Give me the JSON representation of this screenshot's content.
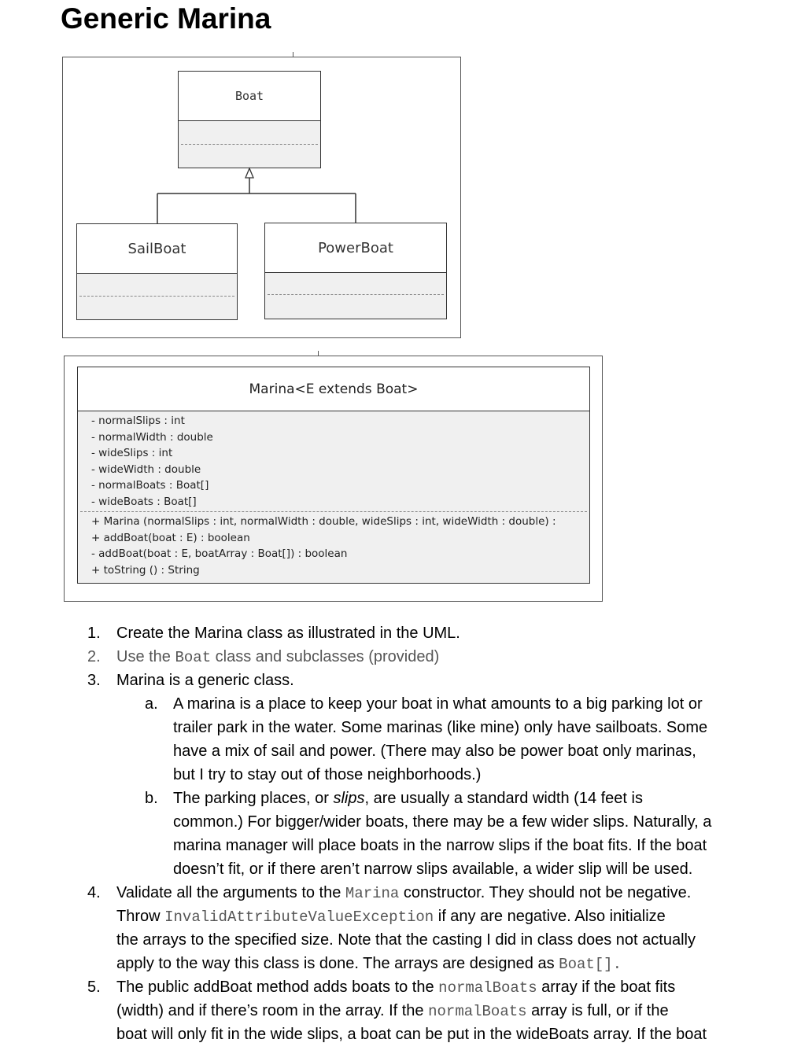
{
  "title": "Generic Marina",
  "uml1": {
    "boat": "Boat",
    "sailboat": "SailBoat",
    "powerboat": "PowerBoat"
  },
  "uml2": {
    "class_name": "Marina<E extends Boat>",
    "attributes": [
      "- normalSlips : int",
      "- normalWidth : double",
      "- wideSlips : int",
      "- wideWidth : double",
      "- normalBoats : Boat[]",
      "- wideBoats : Boat[]"
    ],
    "methods": [
      "+ Marina (normalSlips : int, normalWidth : double, wideSlips : int, wideWidth : double) :",
      "+ addBoat(boat : E) : boolean",
      "- addBoat(boat : E, boatArray : Boat[]) : boolean",
      "+ toString () : String"
    ]
  },
  "doc": {
    "n1": "1.",
    "t1": "Create the Marina class as illustrated in the UML.",
    "n2": "2.",
    "t2a": "Use the ",
    "t2code": "Boat",
    "t2b": " class and subclasses (provided)",
    "n3": "3.",
    "t3": "Marina is a generic class.",
    "na": "a.",
    "a1": "A marina is a place to keep your boat in what amounts to a big parking lot or",
    "a2": "trailer park in the water. Some marinas (like mine) only have sailboats. Some",
    "a3": "have a mix of sail and power. (There may also be power boat only marinas,",
    "a4": "but I try to stay out of those neighborhoods.)",
    "nb": "b.",
    "b1a": "The parking places, or ",
    "b1i": "slips",
    "b1b": ", are usually a standard width (14 feet is",
    "b2": "common.) For bigger/wider boats, there may be a few wider slips. Naturally, a",
    "b3": "marina manager will place boats in the narrow slips if the boat fits. If the boat",
    "b4": "doesn’t fit, or if there aren’t narrow slips available, a wider slip will be used.",
    "n4": "4.",
    "f1a": "Validate all the arguments to the ",
    "f1code": "Marina",
    "f1b": " constructor. They should not be negative.",
    "f2a": "Throw ",
    "f2code": "InvalidAttributeValueException",
    "f2b": " if any are negative. Also initialize",
    "f3": "the arrays to the specified size.  Note that the casting I did in class does not actually",
    "f4a": "apply to the way this class is done. The arrays are designed as ",
    "f4code": "Boat[].",
    "n5": "5.",
    "g1a": "The public addBoat method adds boats to the ",
    "g1code": "normalBoats",
    "g1b": " array if the boat fits",
    "g2a": "(width) and if there’s room in the array. If the ",
    "g2code": "normalBoats",
    "g2b": " array is full, or if the",
    "g3": "boat will only fit in the wide slips, a boat can be put in the wideBoats array. If the boat"
  }
}
